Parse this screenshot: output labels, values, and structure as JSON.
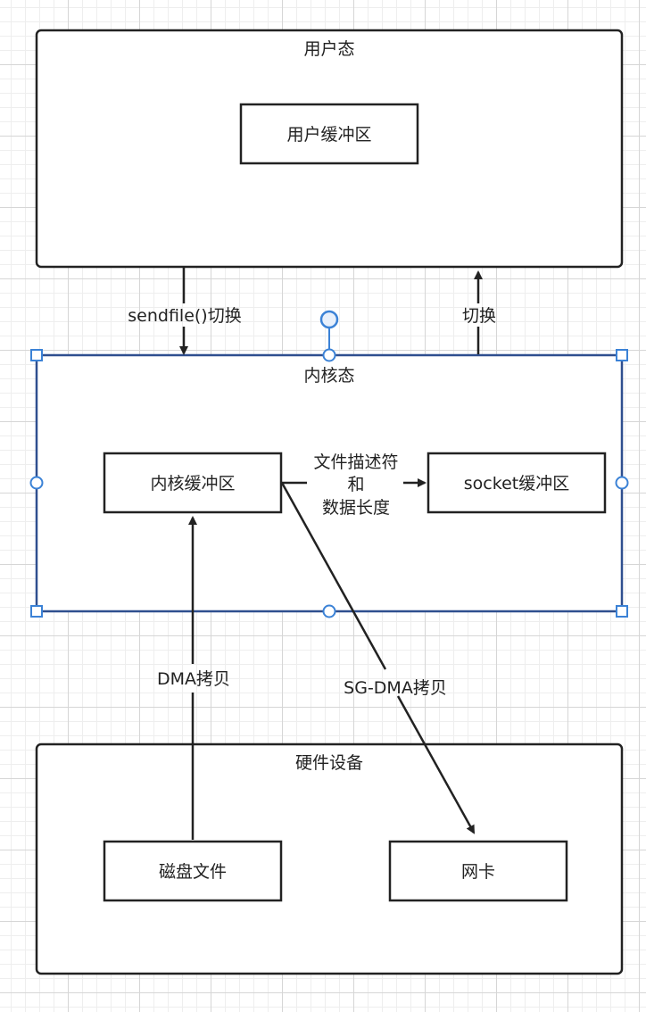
{
  "containers": {
    "user_space": {
      "label": "用户态"
    },
    "kernel_space": {
      "label": "内核态"
    },
    "hardware": {
      "label": "硬件设备"
    }
  },
  "nodes": {
    "user_buffer": {
      "label": "用户缓冲区"
    },
    "kernel_buffer": {
      "label": "内核缓冲区"
    },
    "socket_buffer": {
      "label": "socket缓冲区"
    },
    "disk_file": {
      "label": "磁盘文件"
    },
    "nic": {
      "label": "网卡"
    }
  },
  "edges": {
    "sendfile_switch": {
      "label": "sendfile()切换"
    },
    "switch_back": {
      "label": "切换"
    },
    "fd_and_length": {
      "line1": "文件描述符",
      "line2": "和",
      "line3": "数据长度"
    },
    "dma_copy": {
      "label": "DMA拷贝"
    },
    "sg_dma_copy": {
      "label": "SG-DMA拷贝"
    }
  },
  "colors": {
    "stroke": "#222222",
    "selection": "#2f4f8f",
    "handle": "#3b82d6"
  }
}
